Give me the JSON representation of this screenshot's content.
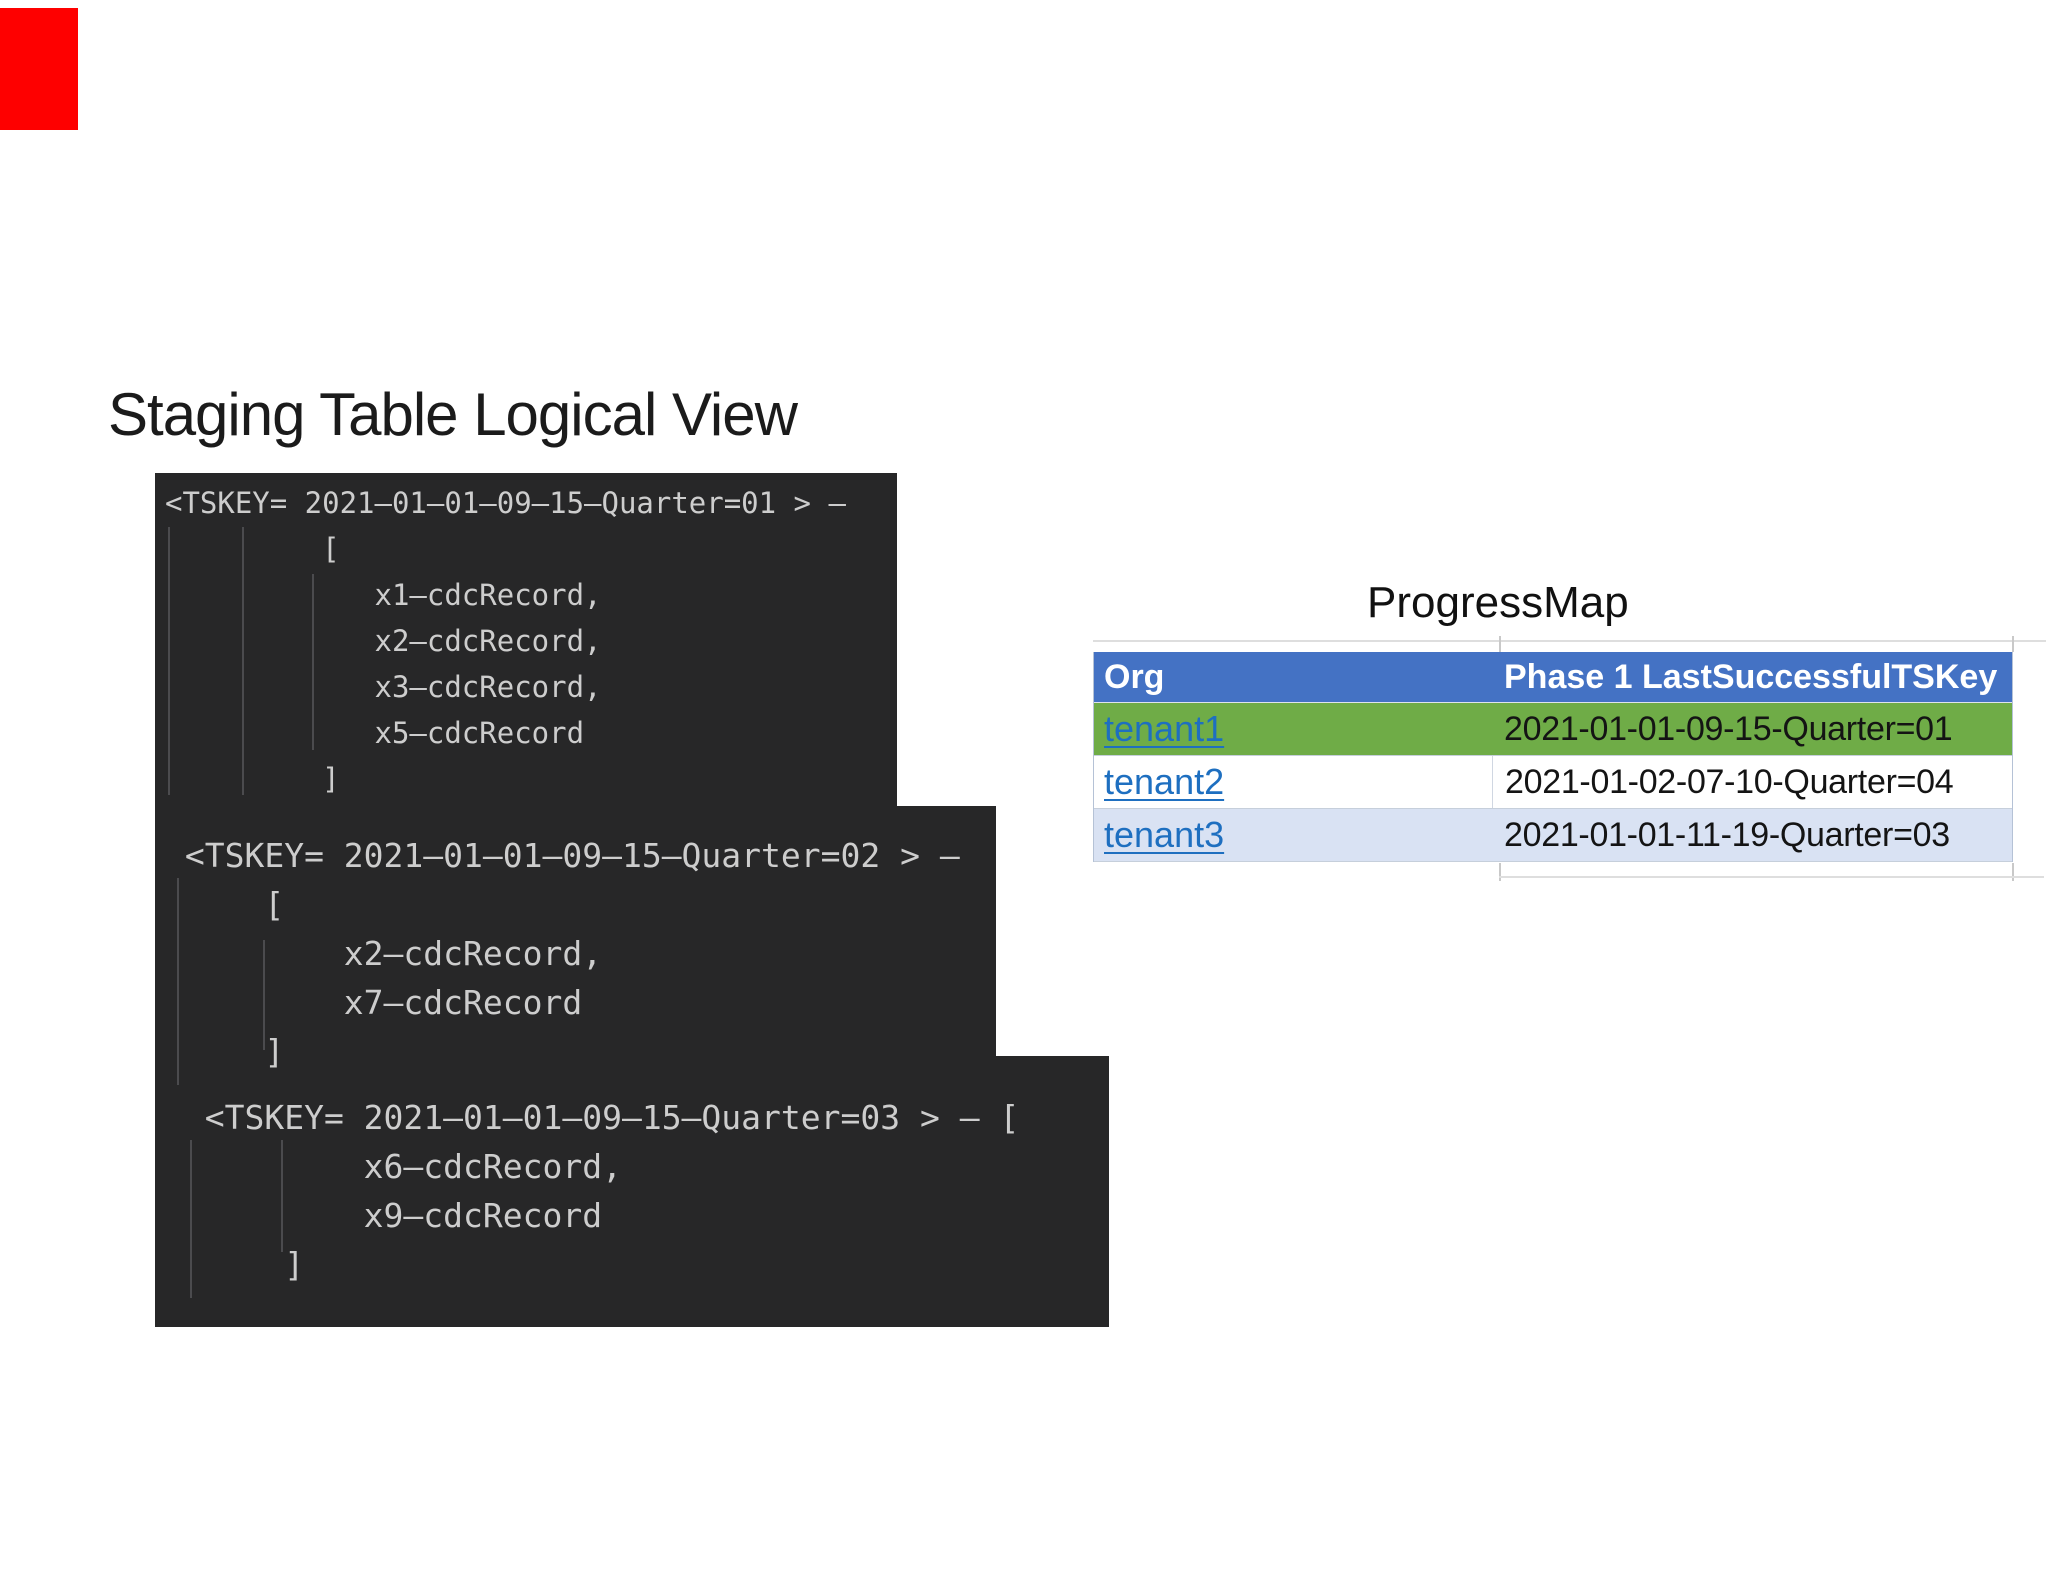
{
  "slide": {
    "title": "Staging Table Logical View",
    "background": "#ffffff",
    "recording_marker_color": "#fe0000"
  },
  "code_panel": {
    "background": "#272728",
    "text_color": "#cdcdcd",
    "indent_guide_color": "#4b4b4e",
    "blocks": [
      {
        "lines": [
          "<TSKEY= 2021–01–01–09–15–Quarter=01 > –",
          "         [",
          "            x1–cdcRecord,",
          "            x2–cdcRecord,",
          "            x3–cdcRecord,",
          "            x5–cdcRecord",
          "         ]"
        ]
      },
      {
        "lines": [
          " <TSKEY= 2021–01–01–09–15–Quarter=02 > –",
          "     [",
          "         x2–cdcRecord,",
          "         x7–cdcRecord",
          "     ]"
        ]
      },
      {
        "lines": [
          "  <TSKEY= 2021–01–01–09–15–Quarter=03 > – [",
          "          x6–cdcRecord,",
          "          x9–cdcRecord",
          "      ]"
        ]
      }
    ]
  },
  "progress_map": {
    "title": "ProgressMap",
    "columns": {
      "org": "Org",
      "tskey": "Phase 1 LastSuccessfulTSKey"
    },
    "rows": [
      {
        "org": "tenant1",
        "tskey": "2021-01-01-09-15-Quarter=01",
        "row_color": "#6fac47"
      },
      {
        "org": "tenant2",
        "tskey": "2021-01-02-07-10-Quarter=04",
        "row_color": "#ffffff"
      },
      {
        "org": "tenant3",
        "tskey": "2021-01-01-11-19-Quarter=03",
        "row_color": "#d9e2f3"
      }
    ],
    "colors": {
      "header_bg": "#4472c4",
      "header_text": "#ffffff",
      "link_blue": "#1e6fc0",
      "value_text": "#141414",
      "gridline": "#c6cfdb"
    }
  }
}
